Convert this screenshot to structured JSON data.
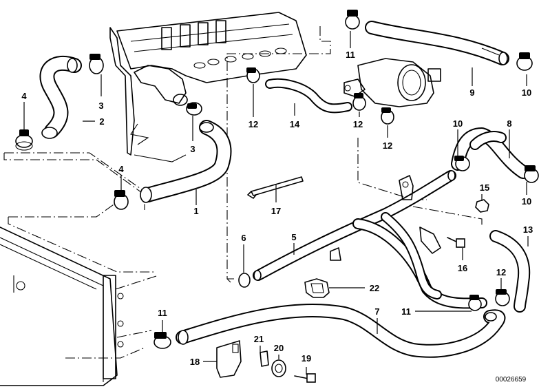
{
  "callouts": [
    "1",
    "2",
    "3",
    "3",
    "4",
    "4",
    "5",
    "6",
    "7",
    "8",
    "9",
    "10",
    "10",
    "11",
    "11",
    "11",
    "12",
    "12",
    "12",
    "12",
    "13",
    "14",
    "15",
    "16",
    "17",
    "18",
    "19",
    "20",
    "21",
    "22"
  ],
  "figure_id": "00026659"
}
